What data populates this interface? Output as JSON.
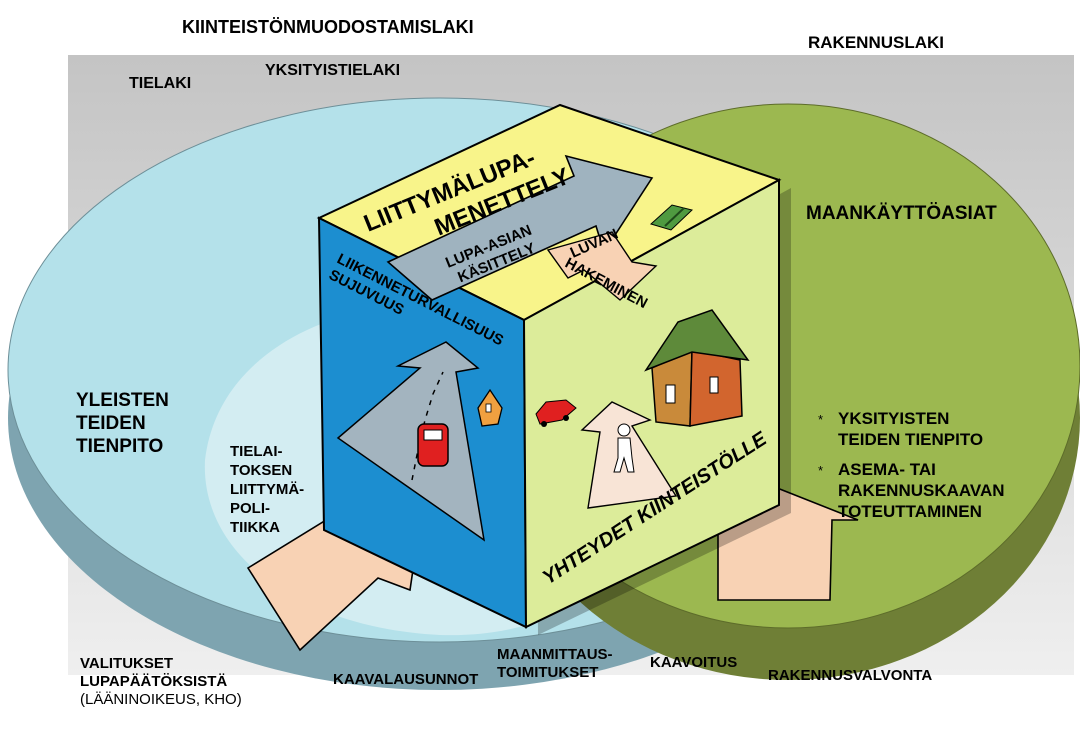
{
  "top_laws": {
    "kiinteisto": "KIINTEISTÖNMUODOSTAMISLAKI",
    "rakennuslaki": "RAKENNUSLAKI",
    "tielaki": "TIELAKI",
    "yksityistielaki": "YKSITYISTIELAKI"
  },
  "left_circle": {
    "title_lines": [
      "YLEISTEN",
      "TEIDEN",
      "TIENPITO"
    ],
    "policy_lines": [
      "TIELAI-",
      "TOKSEN",
      "LIITTYMÄ-",
      "POLI-",
      "TIIKKA"
    ]
  },
  "right_circle": {
    "title": "MAANKÄYTTÖASIAT",
    "bullet": "*",
    "item1_lines": [
      "YKSITYISTEN",
      "TEIDEN TIENPITO"
    ],
    "item2_lines": [
      "ASEMA- TAI",
      "RAKENNUSKAAVAN",
      "TOTEUTTAMINEN"
    ]
  },
  "cube": {
    "top_title_lines": [
      "LIITTYMÄLUPA-",
      "MENETTELY"
    ],
    "arrow_label_lines": [
      "LUPA-ASIAN",
      "KÄSITTELY"
    ],
    "apply_lines": [
      "LUVAN",
      "HAKEMINEN"
    ],
    "left_face_lines": [
      "LIIKENNETURVALLISUUS",
      "SUJUVUUS"
    ],
    "right_face_text": "YHTEYDET KIINTEISTÖLLE"
  },
  "bottom": {
    "valitukset_lines": [
      "VALITUKSET",
      "LUPAPÄÄTÖKSISTÄ"
    ],
    "valitukset_note": "(LÄÄNINOIKEUS, KHO)",
    "kaavalausunnot": "KAAVALAUSUNNOT",
    "maanmittaus_lines": [
      "MAANMITTAUS-",
      "TOIMITUKSET"
    ],
    "kaavoitus": "KAAVOITUS",
    "rakennusvalvonta": "RAKENNUSVALVONTA"
  },
  "colors": {
    "left_circle": "#b4e1ea",
    "inner_circle": "#d3edf2",
    "right_circle": "#9cb850",
    "cube_top": "#f8f48a",
    "cube_left": "#1c8ed0",
    "cube_right": "#dcec9a",
    "arrow_peach": "#f8d2b4",
    "arrow_blue": "#9fb3bf",
    "frame": "#d9d9d9"
  }
}
